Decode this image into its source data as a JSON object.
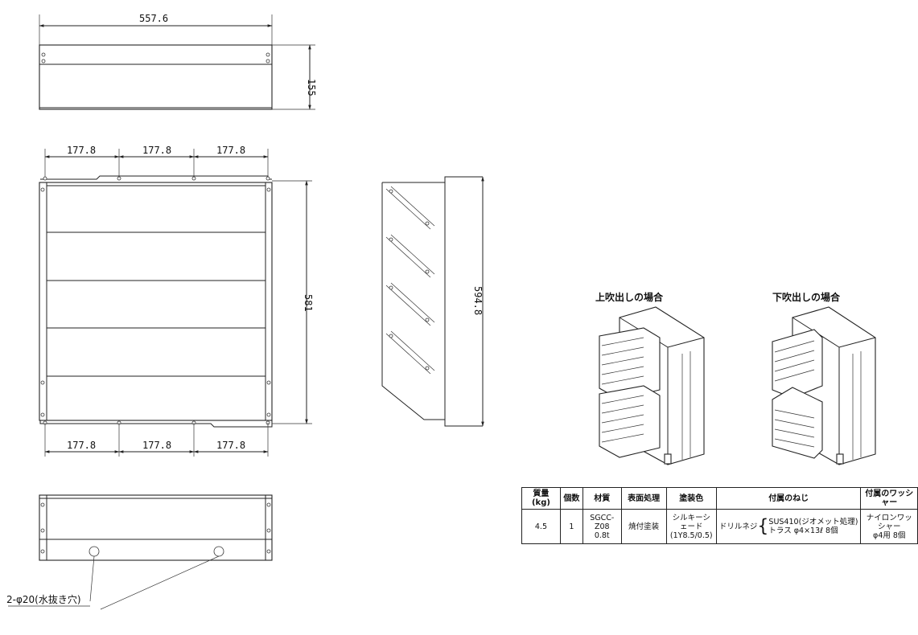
{
  "drawing": {
    "top_view": {
      "width_dim": "557.6",
      "height_dim": "155"
    },
    "front_view": {
      "pitch_top": [
        "177.8",
        "177.8",
        "177.8"
      ],
      "pitch_bottom": [
        "177.8",
        "177.8",
        "177.8"
      ],
      "height_dim": "581"
    },
    "side_view": {
      "height_dim": "594.8"
    },
    "bottom_view": {
      "hole_note": "2-φ20(水抜き穴)"
    },
    "install_images": {
      "upper_caption": "上吹出しの場合",
      "lower_caption": "下吹出しの場合"
    }
  },
  "spec_table": {
    "headers": [
      "質量(kg)",
      "個数",
      "材質",
      "表面処理",
      "塗装色",
      "付属のねじ",
      "付属のワッシャー"
    ],
    "row": {
      "mass": "4.5",
      "count": "1",
      "material_1": "SGCC-Z08",
      "material_2": "0.8t",
      "surface": "焼付塗装",
      "color_1": "シルキーシェード",
      "color_2": "(1Y8.5/0.5)",
      "screw_type": "ドリルネジ",
      "screw_1": "SUS410(ジオメット処理)",
      "screw_2": "トラス φ4×13ℓ 8個",
      "washer_1": "ナイロンワッシャー",
      "washer_2": "φ4用 8個"
    }
  }
}
